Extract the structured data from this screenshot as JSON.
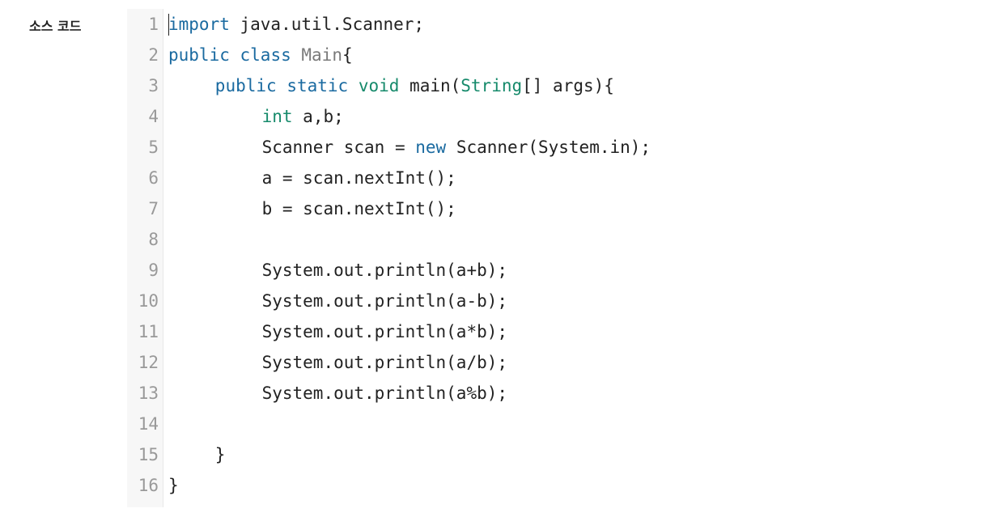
{
  "section_label": "소스 코드",
  "colors": {
    "keyword": "#1a6aa0",
    "type": "#168a6b",
    "plain": "#222222",
    "classname": "#7a7a7a",
    "line_number": "#999999",
    "gutter_bg": "#f7f7f7"
  },
  "editor": {
    "lines": [
      {
        "number": "1",
        "indent": 0,
        "tokens": [
          {
            "text": "import",
            "kind": "keyword"
          },
          {
            "text": " java.util.Scanner;",
            "kind": "plain"
          }
        ]
      },
      {
        "number": "2",
        "indent": 0,
        "tokens": [
          {
            "text": "public",
            "kind": "keyword"
          },
          {
            "text": " ",
            "kind": "plain"
          },
          {
            "text": "class",
            "kind": "keyword"
          },
          {
            "text": " ",
            "kind": "plain"
          },
          {
            "text": "Main",
            "kind": "classname"
          },
          {
            "text": "{",
            "kind": "plain"
          }
        ]
      },
      {
        "number": "3",
        "indent": 1,
        "tokens": [
          {
            "text": "public",
            "kind": "keyword"
          },
          {
            "text": " ",
            "kind": "plain"
          },
          {
            "text": "static",
            "kind": "keyword"
          },
          {
            "text": " ",
            "kind": "plain"
          },
          {
            "text": "void",
            "kind": "type"
          },
          {
            "text": " main(",
            "kind": "plain"
          },
          {
            "text": "String",
            "kind": "type"
          },
          {
            "text": "[] args){",
            "kind": "plain"
          }
        ]
      },
      {
        "number": "4",
        "indent": 2,
        "tokens": [
          {
            "text": "int",
            "kind": "type"
          },
          {
            "text": " a,b;",
            "kind": "plain"
          }
        ]
      },
      {
        "number": "5",
        "indent": 2,
        "tokens": [
          {
            "text": "Scanner scan = ",
            "kind": "plain"
          },
          {
            "text": "new",
            "kind": "keyword"
          },
          {
            "text": " Scanner(System.in);",
            "kind": "plain"
          }
        ]
      },
      {
        "number": "6",
        "indent": 2,
        "tokens": [
          {
            "text": "a = scan.nextInt();",
            "kind": "plain"
          }
        ]
      },
      {
        "number": "7",
        "indent": 2,
        "tokens": [
          {
            "text": "b = scan.nextInt();",
            "kind": "plain"
          }
        ]
      },
      {
        "number": "8",
        "indent": 0,
        "tokens": []
      },
      {
        "number": "9",
        "indent": 2,
        "tokens": [
          {
            "text": "System.out.println(a+b);",
            "kind": "plain"
          }
        ]
      },
      {
        "number": "10",
        "indent": 2,
        "tokens": [
          {
            "text": "System.out.println(a-b);",
            "kind": "plain"
          }
        ]
      },
      {
        "number": "11",
        "indent": 2,
        "tokens": [
          {
            "text": "System.out.println(a*b);",
            "kind": "plain"
          }
        ]
      },
      {
        "number": "12",
        "indent": 2,
        "tokens": [
          {
            "text": "System.out.println(a/b);",
            "kind": "plain"
          }
        ]
      },
      {
        "number": "13",
        "indent": 2,
        "tokens": [
          {
            "text": "System.out.println(a%b);",
            "kind": "plain"
          }
        ]
      },
      {
        "number": "14",
        "indent": 0,
        "tokens": []
      },
      {
        "number": "15",
        "indent": 1,
        "tokens": [
          {
            "text": "}",
            "kind": "plain"
          }
        ]
      },
      {
        "number": "16",
        "indent": 0,
        "tokens": [
          {
            "text": "}",
            "kind": "plain"
          }
        ]
      }
    ]
  }
}
